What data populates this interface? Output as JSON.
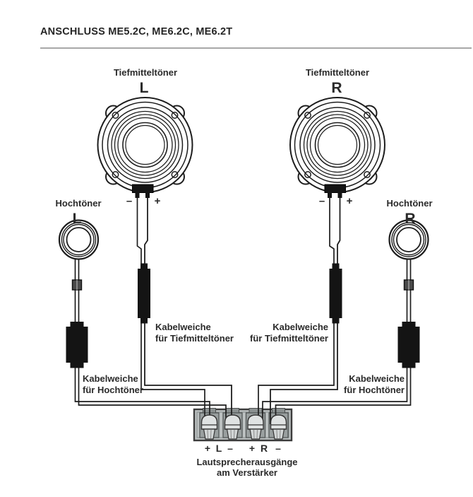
{
  "title": "ANSCHLUSS ME5.2C, ME6.2C, ME6.2T",
  "speakers": {
    "woofer_name": "Tiefmitteltöner",
    "tweeter_name": "Hochtöner",
    "channel_left": "L",
    "channel_right": "R",
    "polarity_minus": "–",
    "polarity_plus": "+"
  },
  "crossovers": {
    "woofer_line1": "Kabelweiche",
    "woofer_line2": "für Tiefmitteltöner",
    "tweeter_line1": "Kabelweiche",
    "tweeter_line2": "für Hochtöner"
  },
  "amplifier": {
    "terminal_plus": "+",
    "terminal_minus": "–",
    "terminal_left": "L",
    "terminal_right": "R",
    "caption_line1": "Lautsprecherausgänge",
    "caption_line2": "am Verstärker"
  },
  "colors": {
    "line": "#1d1d1d",
    "wire_gray": "#8e8e8e",
    "wire_mid": "#555555",
    "wire_black": "#1c1c1c",
    "box_black": "#141414",
    "block_fill": "#bcc1c1",
    "recess_fill": "#999f9f",
    "screw_fill": "#dfe2e2"
  }
}
